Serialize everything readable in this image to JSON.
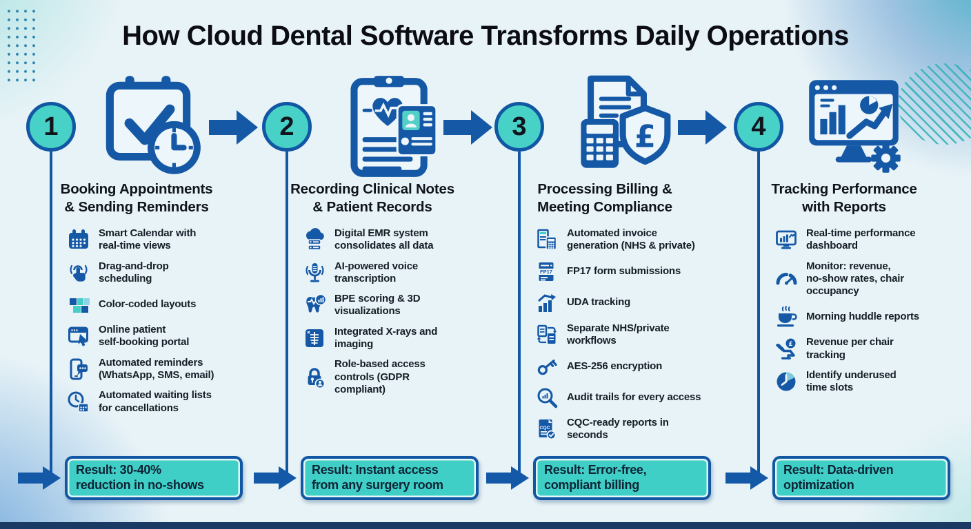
{
  "title": "How Cloud Dental Software Transforms Daily Operations",
  "colors": {
    "background": "#e8f3f7",
    "primary_blue": "#1558a6",
    "border_blue": "#1157a4",
    "teal": "#45cec5",
    "circle_teal": "#48d1c7",
    "result_box_teal": "#3fcfc6",
    "bottom_bar_navy": "#1a3a64",
    "text_dark": "#10141c"
  },
  "icon_labels": {
    "pound": "£",
    "fp17": "FP17",
    "cqc": "CQC"
  },
  "columns": [
    {
      "number": "1",
      "main_icon": "calendar-check-clock",
      "title": "Booking Appointments\n& Sending Reminders",
      "bullets": [
        {
          "icon": "smart-calendar",
          "text": "Smart Calendar with\nreal-time views"
        },
        {
          "icon": "drag-drop-hand",
          "text": "Drag-and-drop\nscheduling"
        },
        {
          "icon": "color-blocks",
          "text": "Color-coded layouts"
        },
        {
          "icon": "browser-cursor",
          "text": "Online patient\nself-booking portal"
        },
        {
          "icon": "phone-chat",
          "text": "Automated reminders\n(WhatsApp, SMS, email)"
        },
        {
          "icon": "clock-calendar",
          "text": "Automated waiting lists\nfor cancellations"
        }
      ],
      "result": "Result: 30-40%\nreduction in no-shows"
    },
    {
      "number": "2",
      "main_icon": "clinical-records-clipboard",
      "title": "Recording Clinical Notes\n& Patient Records",
      "bullets": [
        {
          "icon": "cloud-server",
          "text": "Digital EMR system\nconsolidates all data"
        },
        {
          "icon": "microphone",
          "text": "AI-powered voice\ntranscription"
        },
        {
          "icon": "tooth-chart",
          "text": "BPE scoring & 3D\nvisualizations"
        },
        {
          "icon": "xray",
          "text": "Integrated X-rays and\nimaging"
        },
        {
          "icon": "lock-user",
          "text": "Role-based access\ncontrols (GDPR\ncompliant)"
        }
      ],
      "result": "Result: Instant access\nfrom any surgery room"
    },
    {
      "number": "3",
      "main_icon": "billing-calculator-shield",
      "title": "Processing Billing &\nMeeting Compliance",
      "bullets": [
        {
          "icon": "invoice-calculator",
          "text": "Automated invoice\ngeneration (NHS & private)"
        },
        {
          "icon": "fp17-form",
          "text": "FP17 form submissions"
        },
        {
          "icon": "uda-chart",
          "text": "UDA tracking"
        },
        {
          "icon": "workflow-docs",
          "text": "Separate NHS/private\nworkflows"
        },
        {
          "icon": "key",
          "text": "AES-256 encryption"
        },
        {
          "icon": "audit-magnifier",
          "text": "Audit trails for every access"
        },
        {
          "icon": "cqc-report",
          "text": "CQC-ready reports in\nseconds"
        }
      ],
      "result": "Result: Error-free,\ncompliant billing"
    },
    {
      "number": "4",
      "main_icon": "performance-monitor-gear",
      "title": "Tracking Performance\nwith Reports",
      "bullets": [
        {
          "icon": "dashboard-monitor",
          "text": "Real-time performance\ndashboard"
        },
        {
          "icon": "gauge",
          "text": "Monitor: revenue,\nno-show rates, chair\noccupancy"
        },
        {
          "icon": "coffee-cup",
          "text": "Morning huddle reports"
        },
        {
          "icon": "dental-chair-revenue",
          "text": "Revenue per chair\ntracking"
        },
        {
          "icon": "clock-pie",
          "text": "Identify underused\ntime slots"
        }
      ],
      "result": "Result: Data-driven\noptimization"
    }
  ]
}
